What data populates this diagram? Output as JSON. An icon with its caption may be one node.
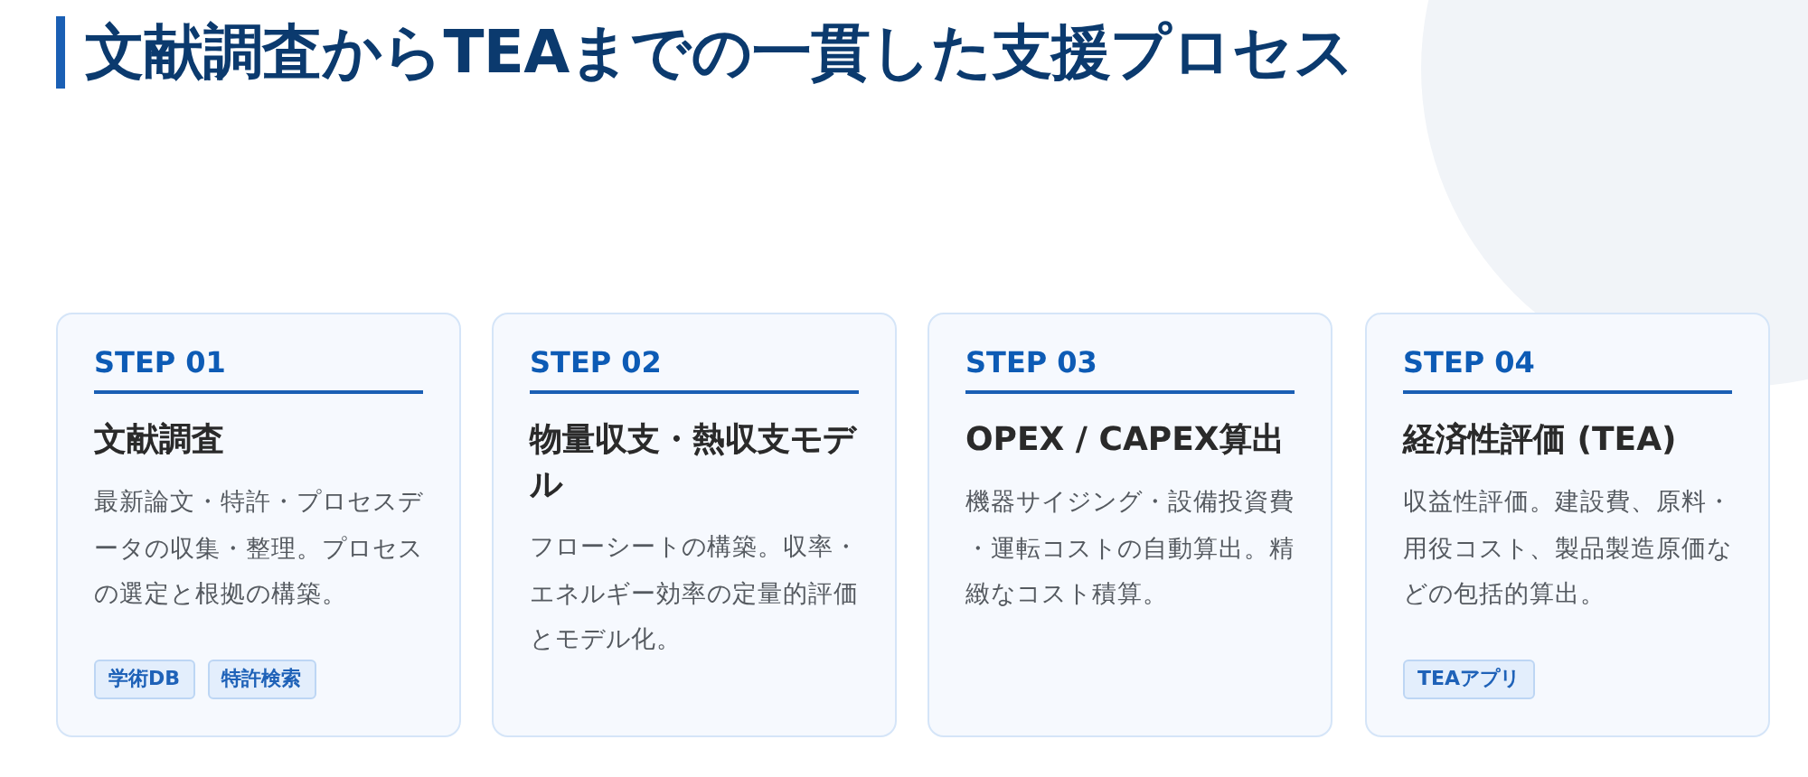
{
  "diagram": {
    "title": "文献調査からTEAまでの一貫した支援プロセス",
    "nodes": [
      {
        "text": [
          "STEP 01",
          "文献調査",
          "最新論文・特許・プロセスデータの収集・整理。プロセスの選定と根拠の構築。"
        ]
      },
      {
        "text": [
          "学術DB"
        ],
        "in": 0
      },
      {
        "text": [
          "特許検索"
        ],
        "in": 0
      },
      {
        "text": [
          "STEP 02",
          "物量収支・熱収支モデル",
          "フローシートの構築。収率・エネルギー効率の定量的評価とモデル化。"
        ]
      },
      {
        "text": [
          "STEP 03",
          "OPEX / CAPEX算出",
          "機器サイジング・設備投資費・運転コストの自動算出。精緻なコスト積算。"
        ]
      },
      {
        "text": [
          "STEP 04",
          "経済性評価 (TEA)",
          "収益性評価。建設費、原料・用役コスト、製品製造原価などの包括的算出。"
        ]
      },
      {
        "text": [
          "TEAアプリ"
        ],
        "in": 5
      }
    ]
  }
}
